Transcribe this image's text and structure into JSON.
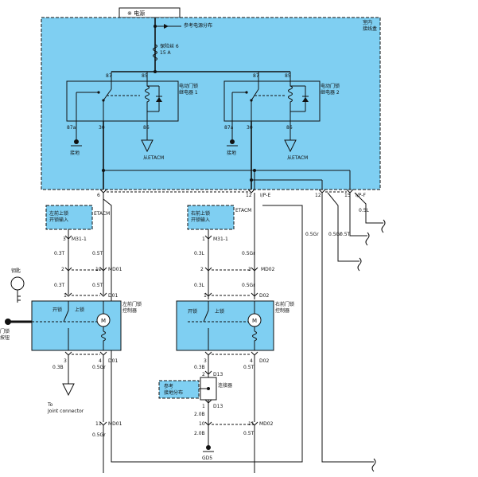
{
  "power": {
    "label": "※ 电源"
  },
  "fuse_box": {
    "title_line1": "室内",
    "title_line2": "接线盒",
    "note_power_dist": "参考电源分布",
    "fuse_line1": "保险丝 6",
    "fuse_line2": "15 A",
    "relay1_line1": "电动门锁",
    "relay1_line2": "继电器 1",
    "relay2_line1": "电动门锁",
    "relay2_line2": "继电器 2",
    "pin_87": "87",
    "pin_85": "85",
    "pin_87a": "87a",
    "pin_30": "30",
    "pin_86": "86",
    "ground_label": "接地",
    "from_etacm": "从ETACM",
    "conn_6": "6",
    "conn_12a": "12",
    "conn_ipe": "I/P-E",
    "conn_12b": "12",
    "conn_15": "15",
    "conn_ipf": "I/P-F"
  },
  "left_door": {
    "etacm_box_line1": "左前上锁",
    "etacm_box_line2": "开锁输入",
    "etacm_label": "ETACM",
    "pin3": "3",
    "conn_m31": "M31-1",
    "w_03t_a": "0.3T",
    "w_05t_a": "0.5T",
    "pin2": "2",
    "pin10": "10",
    "conn_md01": "MD01",
    "w_03t_b": "0.3T",
    "w_05t_b": "0.5T",
    "pin1": "1",
    "conn_d01": "D01",
    "switch_unlock": "开锁",
    "switch_lock": "上锁",
    "actuator_line1": "左前门锁",
    "actuator_line2": "控制器",
    "key_label": "钥匙",
    "key_cyl_line1": "门锁",
    "key_cyl_line2": "按钮",
    "pin4": "4",
    "w_03b": "0.3B",
    "w_05gr": "0.5Gr",
    "to_joint_line1": "To",
    "to_joint_line2": "Joint connector",
    "pin11": "11",
    "w_05gr_b": "0.5Gr"
  },
  "right_door": {
    "etacm_box_line1": "右前上锁",
    "etacm_box_line2": "开锁输入",
    "etacm_label": "ETACM",
    "pin1": "1",
    "conn_m31": "M31-1",
    "w_03l_a": "0.3L",
    "w_05gr_a": "0.5Gr",
    "pin2": "2",
    "pin3": "3",
    "conn_md02": "MD02",
    "w_03l_b": "0.3L",
    "w_05gr_b": "0.5Gr",
    "pin1b": "1",
    "conn_d02": "D02",
    "switch_unlock": "开锁",
    "switch_lock": "上锁",
    "actuator_line1": "右前门锁",
    "actuator_line2": "控制器",
    "pin3b": "3",
    "pin4": "4",
    "w_03b": "0.3B",
    "w_05t": "0.5T",
    "pin2b": "2",
    "conn_d13": "D13",
    "ground_note_line1": "参考",
    "ground_note_line2": "接地分布",
    "splice_label": "连接器",
    "pin1c": "1",
    "conn_d13b": "D13",
    "w_20b": "2.0B",
    "pin10": "10",
    "pin11": "11",
    "conn_md02b": "MD02",
    "w_20b_b": "2.0B",
    "w_05t_b": "0.5T",
    "ground_gd": "GD5"
  },
  "right_wires": {
    "w_05gr_a": "0.5Gr",
    "w_05t": "0.5T",
    "w_05gr_b": "0.5Gr",
    "w_05l": "0.5L"
  }
}
